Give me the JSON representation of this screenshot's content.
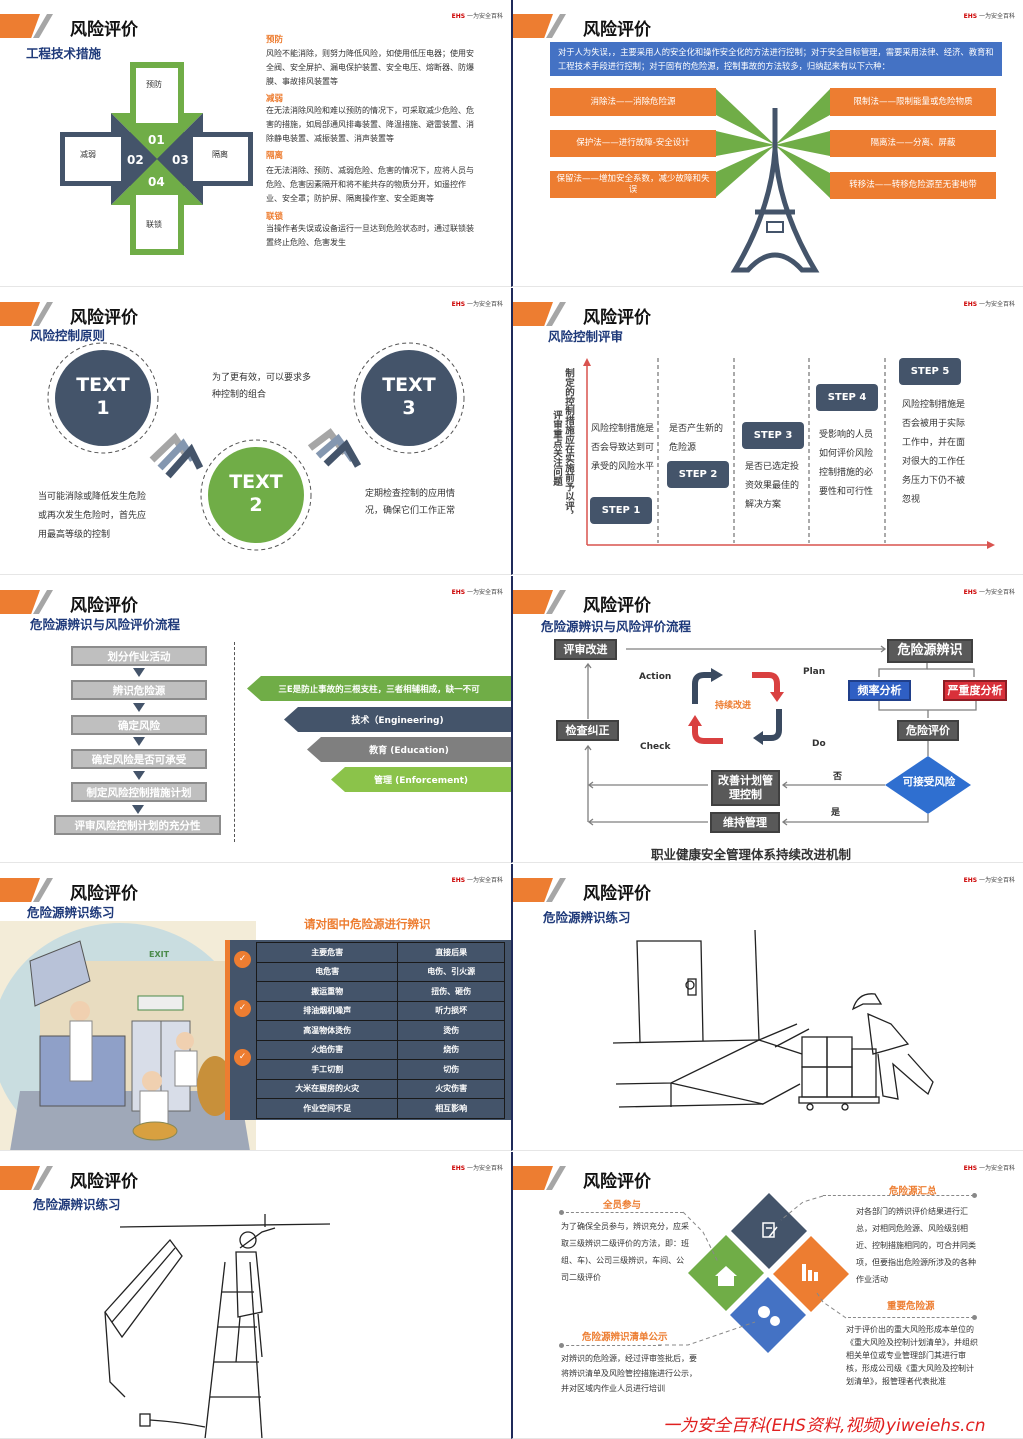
{
  "common": {
    "section_title": "风险评价",
    "logo_mark": "EHS",
    "logo_text": "一为安全百科"
  },
  "slide1": {
    "subtitle": "工程技术措施",
    "cross": {
      "top": "预防",
      "left": "减弱",
      "right": "隔离",
      "bottom": "联锁",
      "n1": "01",
      "n2": "02",
      "n3": "03",
      "n4": "04"
    },
    "items": [
      {
        "heading": "预防",
        "text": "风险不能消除，则努力降低风险，如使用低压电器；使用安全阀、安全屏护、漏电保护装置、安全电压、熔断器、防爆膜、事故排风装置等"
      },
      {
        "heading": "减弱",
        "text": "在无法消除风险和难以预防的情况下，可采取减少危险、危害的措施，如局部通风排毒装置、降温措施、避雷装置、消除静电装置、减振装置、消声装置等"
      },
      {
        "heading": "隔离",
        "text": "在无法消除、预防、减弱危险、危害的情况下，应将人员与危险、危害因素隔开和将不能共存的物质分开，如遥控作业、安全罩；防护屏、隔离操作室、安全距离等"
      },
      {
        "heading": "联锁",
        "text": "当操作者失误或设备运行一旦达到危险状态时，通过联锁装置终止危险、危害发生"
      }
    ]
  },
  "slide2": {
    "banner": "对于人为失误，，主要采用人的安全化和操作安全化的方法进行控制；对于安全目标管理，需要采用法律、经济、教育和工程技术手段进行控制；对于固有的危险源，控制事故的方法较多，归纳起来有以下六种：",
    "left": [
      "消除法——消除危险源",
      "保护法——进行故障-安全设计",
      "保留法——增加安全系数，减少故障和失误"
    ],
    "right": [
      "限制法——限制能量或危险物质",
      "隔离法——分离、屏蔽",
      "转移法——转移危险源至无害地带"
    ]
  },
  "slide3": {
    "subtitle": "风险控制原则",
    "circles": [
      {
        "word": "TEXT",
        "num": "1"
      },
      {
        "word": "TEXT",
        "num": "2"
      },
      {
        "word": "TEXT",
        "num": "3"
      }
    ],
    "text_mid": "为了更有效，可以要求多种控制的组合",
    "text_left": "当可能消除或降低发生危险或再次发生危险时，首先应用最高等级的控制",
    "text_right": "定期检查控制的应用情况，确保它们工作正常"
  },
  "slide4": {
    "subtitle": "风险控制评审",
    "axis_col1": "制定的控制措施应在实施前予以评，",
    "axis_col2": "评审重点关注问题",
    "steps": [
      {
        "label": "STEP 1",
        "text": "风险控制措施是否会导致达到可承受的风险水平"
      },
      {
        "label": "STEP 2",
        "text": "是否产生新的危险源"
      },
      {
        "label": "STEP 3",
        "text": "是否已选定投资效果最佳的解决方案"
      },
      {
        "label": "STEP 4",
        "text": "受影响的人员如何评价风险控制措施的必要性和可行性"
      },
      {
        "label": "STEP 5",
        "text": "风险控制措施是否会被用于实际工作中，并在面对很大的工作任务压力下仍不被忽视"
      }
    ]
  },
  "slide5": {
    "subtitle": "危险源辨识与风险评价流程",
    "flow": [
      "划分作业活动",
      "辨识危险源",
      "确定风险",
      "确定风险是否可承受",
      "制定风险控制措施计划",
      "评审风险控制计划的充分性"
    ],
    "banner": "三E是防止事故的三根支柱，三者相辅相成，缺一不可",
    "three_e": [
      "技术（Engineering)",
      "教育 (Education)",
      "管理 (Enforcement)"
    ]
  },
  "slide6": {
    "subtitle": "危险源辨识与风险评价流程",
    "nodes": {
      "review": "评审改进",
      "check": "检查纠正",
      "identify": "危险源辨识",
      "frequency": "频率分析",
      "severity": "严重度分析",
      "evaluate": "危险评价",
      "acceptable": "可接受风险",
      "improve": "改善计划管理控制",
      "maintain": "维持管理"
    },
    "pdca": {
      "action": "Action",
      "plan": "Plan",
      "check": "Check",
      "do": "Do",
      "center": "持续改进"
    },
    "no": "否",
    "yes": "是",
    "caption": "职业健康安全管理体系持续改进机制",
    "colors": {
      "frequency": "#2f5fc4",
      "severity": "#d9303a",
      "diamond": "#2f6fd0"
    }
  },
  "slide7": {
    "subtitle": "危险源辨识练习",
    "exit_sign": "EXIT",
    "prompt": "请对图中危险源进行辨识",
    "table": [
      [
        "主要危害",
        "直接后果"
      ],
      [
        "电危害",
        "电伤、引火源"
      ],
      [
        "搬运重物",
        "扭伤、砸伤"
      ],
      [
        "排油烟机噪声",
        "听力损坏"
      ],
      [
        "高温物体烫伤",
        "烫伤"
      ],
      [
        "火焰伤害",
        "烧伤"
      ],
      [
        "手工切割",
        "切伤"
      ],
      [
        "大米在厨房的火灾",
        "火灾伤害"
      ],
      [
        "作业空间不足",
        "相互影响"
      ]
    ]
  },
  "slide8": {
    "subtitle": "危险源辨识练习"
  },
  "slide9": {
    "subtitle": "危险源辨识练习"
  },
  "slide10": {
    "sections": [
      {
        "heading": "全员参与",
        "text": "为了确保全员参与，辨识充分，应采取三级辨识二级评价的方法，即：班组、车)、公司三级辨识，车间、公司二级评价"
      },
      {
        "heading": "危险源汇总",
        "text": "对各部门的辨识评价结果进行汇总，对相同危险源、风险级别相近、控制措施相同的，可合并同类项，但要指出危险源所涉及的各种作业活动"
      },
      {
        "heading": "重要危险源",
        "text": "对于评价出的重大风险形成本单位的《重大风险及控制计划清单》，并组织相关单位或专业管理部门其进行审核，形成公司级《重大风险及控制计划清单》，报管理者代表批准"
      },
      {
        "heading": "危险源辨识清单公示",
        "text": "对辨识的危险源，经过评审签批后，要将辨识清单及风险管控措施进行公示，并对区域内作业人员进行培训"
      }
    ],
    "watermark": "一为安全百科(EHS资料,视频)yiweiehs.cn"
  }
}
